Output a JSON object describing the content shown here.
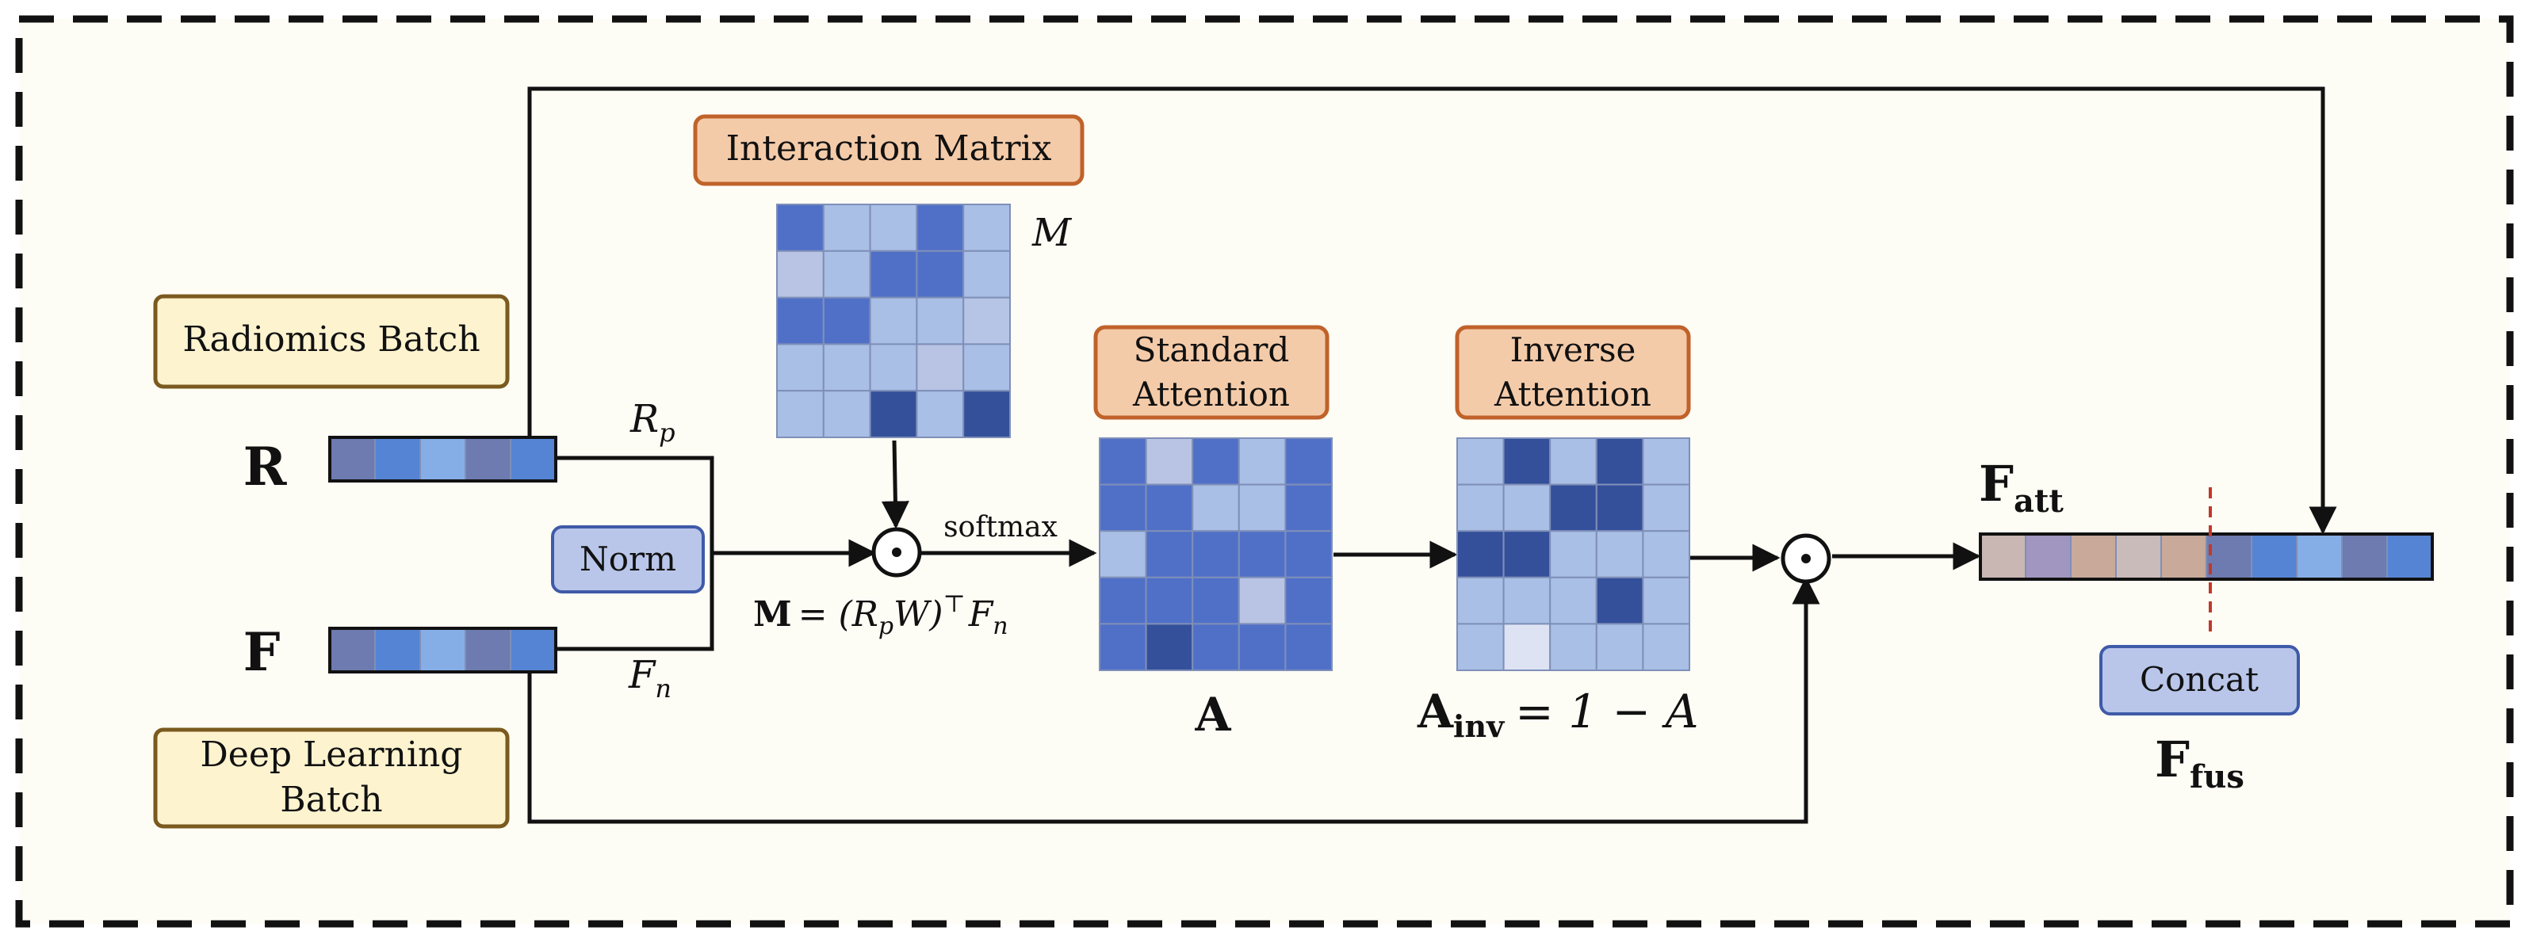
{
  "colors": {
    "background": "#fdfcf5",
    "frame": "#111111",
    "line": "#111111",
    "yellow_box_fill": "#fdf3cf",
    "yellow_box_stroke": "#7a5a1e",
    "orange_box_fill": "#f4cba9",
    "orange_box_stroke": "#c0622a",
    "blue_box_fill": "#b9c6ea",
    "blue_box_stroke": "#3f5aa8",
    "concat_divider": "#c0392b"
  },
  "boxes": {
    "radiomics": "Radiomics Batch",
    "deep_learning_line1": "Deep Learning",
    "deep_learning_line2": "Batch",
    "norm": "Norm",
    "interaction_matrix": "Interaction Matrix",
    "standard_attention_line1": "Standard",
    "standard_attention_line2": "Attention",
    "inverse_attention_line1": "Inverse",
    "inverse_attention_line2": "Attention",
    "concat": "Concat"
  },
  "labels": {
    "R": "R",
    "F": "F",
    "Rp_main": "R",
    "Rp_sub": "p",
    "Fn_main": "F",
    "Fn_sub": "n",
    "M_italic": "M",
    "softmax": "softmax",
    "formula_M": "M",
    "formula_rest": "= (R",
    "formula_p": "p",
    "formula_W": "W)",
    "formula_T": "⊤",
    "formula_F": "F",
    "formula_n": "n",
    "A": "A",
    "Ainv_main": "A",
    "Ainv_sub": "inv",
    "Ainv_rest": "= 1 − A",
    "Fatt_main": "F",
    "Fatt_sub": "att",
    "Ffus_main": "F",
    "Ffus_sub": "fus",
    "hadamard": "⊙"
  },
  "vectors": {
    "R": [
      "#6e7bb0",
      "#5584d4",
      "#86aee6",
      "#6e7bb0",
      "#5584d4"
    ],
    "F": [
      "#6e7bb0",
      "#5584d4",
      "#86aee6",
      "#6e7bb0",
      "#5584d4"
    ],
    "fused": [
      "#c9b7b4",
      "#a196bf",
      "#c8a99a",
      "#c9bbba",
      "#c8a99a",
      "#6e7bb0",
      "#5584d4",
      "#86aee6",
      "#6e7bb0",
      "#5584d4"
    ]
  },
  "matrices": {
    "M": [
      [
        "#5070c8",
        "#a9bfe6",
        "#a9bfe6",
        "#5070c8",
        "#a9bfe6"
      ],
      [
        "#b9c4e4",
        "#a9bfe6",
        "#5070c8",
        "#5070c8",
        "#a9bfe6"
      ],
      [
        "#5070c8",
        "#5070c8",
        "#a9bfe6",
        "#a9bfe6",
        "#b6c4e6"
      ],
      [
        "#a9bfe6",
        "#a9bfe6",
        "#a9bfe6",
        "#b9c4e4",
        "#a9bfe6"
      ],
      [
        "#a9bfe6",
        "#a9bfe6",
        "#34509a",
        "#a9bfe6",
        "#34509a"
      ]
    ],
    "A": [
      [
        "#5070c8",
        "#b9c4e4",
        "#5070c8",
        "#a9bfe6",
        "#5070c8"
      ],
      [
        "#5070c8",
        "#5070c8",
        "#a9bfe6",
        "#a9bfe6",
        "#5070c8"
      ],
      [
        "#a9bfe6",
        "#5070c8",
        "#5070c8",
        "#5070c8",
        "#5070c8"
      ],
      [
        "#5070c8",
        "#5070c8",
        "#5070c8",
        "#b9c4e4",
        "#5070c8"
      ],
      [
        "#5070c8",
        "#34509a",
        "#5070c8",
        "#5070c8",
        "#5070c8"
      ]
    ],
    "Ainv": [
      [
        "#a9bfe6",
        "#34509a",
        "#a9bfe6",
        "#34509a",
        "#a9bfe6"
      ],
      [
        "#a9bfe6",
        "#a9bfe6",
        "#34509a",
        "#34509a",
        "#a9bfe6"
      ],
      [
        "#34509a",
        "#34509a",
        "#a9bfe6",
        "#a9bfe6",
        "#a9bfe6"
      ],
      [
        "#a9bfe6",
        "#a9bfe6",
        "#a9bfe6",
        "#34509a",
        "#a9bfe6"
      ],
      [
        "#a9bfe6",
        "#dde3f3",
        "#a9bfe6",
        "#a9bfe6",
        "#a9bfe6"
      ]
    ]
  }
}
